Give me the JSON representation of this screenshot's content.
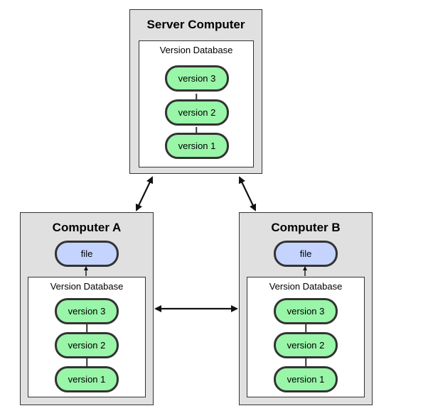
{
  "server": {
    "title": "Server Computer",
    "database_label": "Version Database",
    "versions": [
      "version 3",
      "version 2",
      "version 1"
    ]
  },
  "computer_a": {
    "title": "Computer A",
    "file_label": "file",
    "database_label": "Version Database",
    "versions": [
      "version 3",
      "version 2",
      "version 1"
    ]
  },
  "computer_b": {
    "title": "Computer B",
    "file_label": "file",
    "database_label": "Version Database",
    "versions": [
      "version 3",
      "version 2",
      "version 1"
    ]
  },
  "colors": {
    "computer_fill": "#e0e0e0",
    "database_fill": "#ffffff",
    "version_fill": "#99f5a8",
    "file_fill": "#c4d4ff",
    "stroke": "#333333"
  }
}
